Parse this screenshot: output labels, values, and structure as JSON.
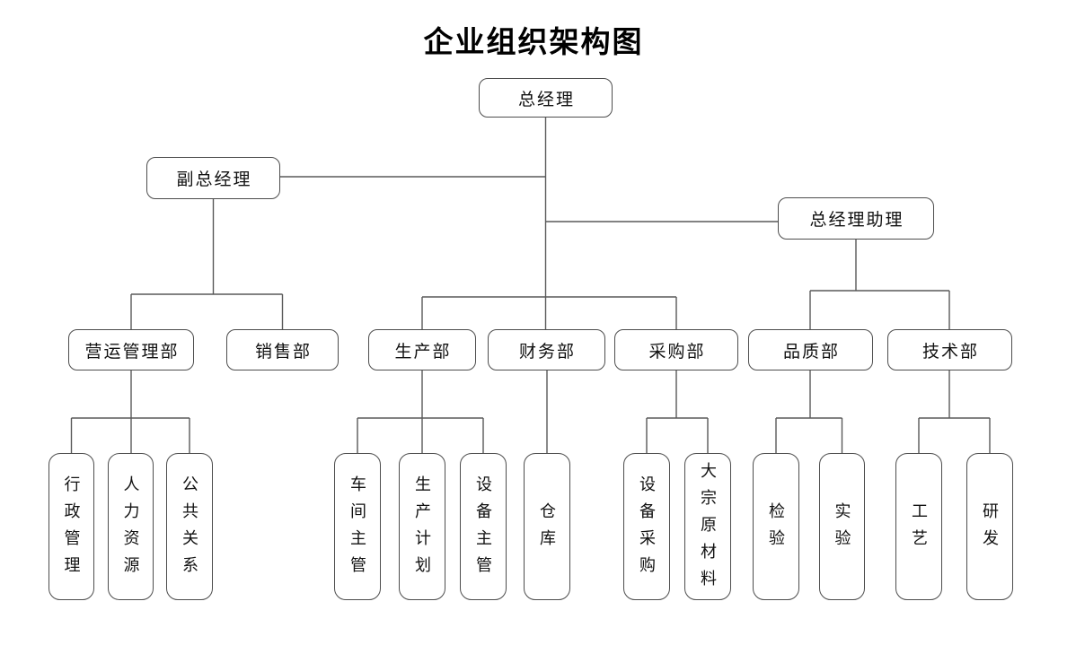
{
  "title": "企业组织架构图",
  "org": {
    "root": {
      "label": "总经理"
    },
    "deputy": {
      "label": "副总经理"
    },
    "assistant": {
      "label": "总经理助理"
    },
    "departments": [
      {
        "label": "营运管理部",
        "children": [
          "行政管理",
          "人力资源",
          "公共关系"
        ]
      },
      {
        "label": "销售部",
        "children": []
      },
      {
        "label": "生产部",
        "children": [
          "车间主管",
          "生产计划",
          "设备主管"
        ]
      },
      {
        "label": "财务部",
        "children": [
          "仓库"
        ]
      },
      {
        "label": "采购部",
        "children": [
          "设备采购",
          "大宗原材料"
        ]
      },
      {
        "label": "品质部",
        "children": [
          "检验",
          "实验"
        ]
      },
      {
        "label": "技术部",
        "children": [
          "工艺",
          "研发"
        ]
      }
    ]
  },
  "colors": {
    "line": "#595959",
    "border": "#4d4d4d",
    "text": "#111111",
    "background": "#ffffff"
  }
}
